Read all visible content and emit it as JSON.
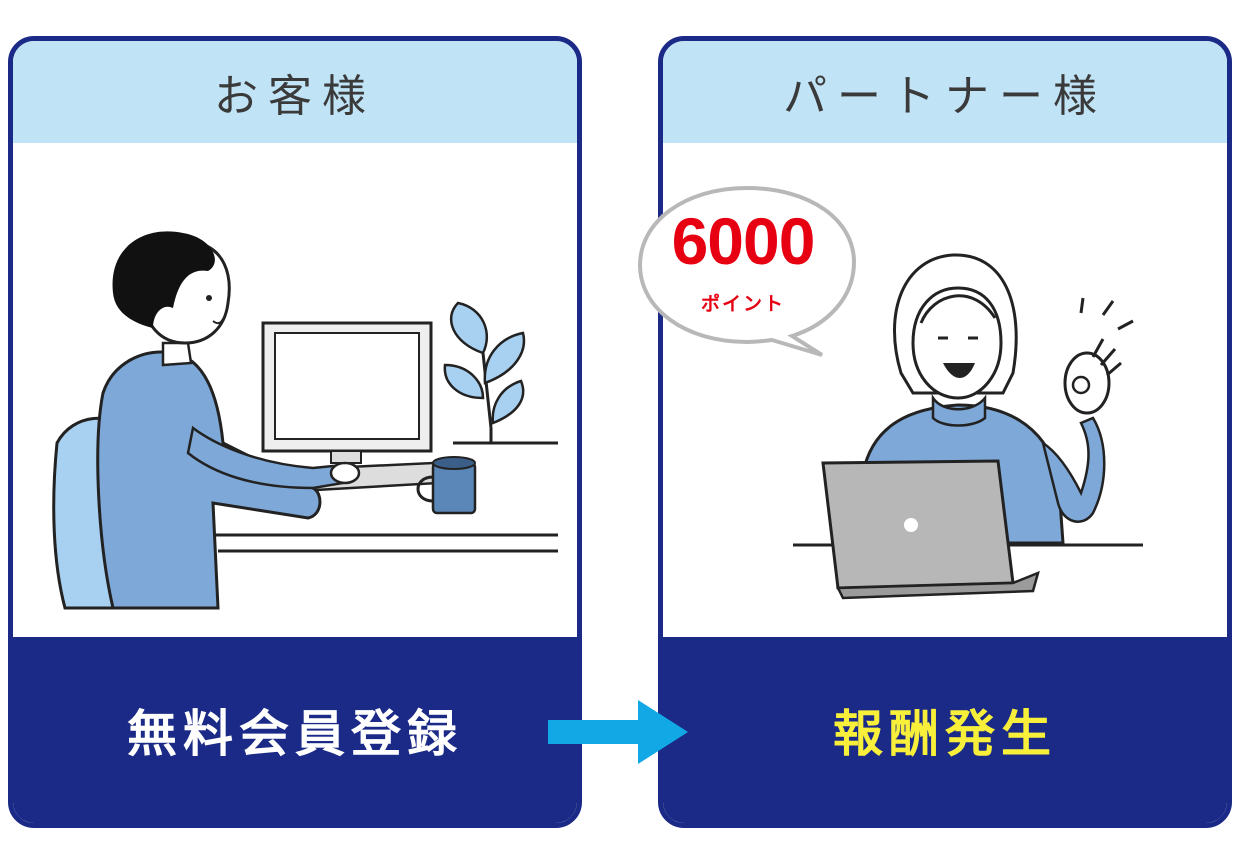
{
  "customer_card": {
    "title": "お客様",
    "action": "無料会員登録"
  },
  "partner_card": {
    "title": "パートナー様",
    "reward": "報酬発生"
  },
  "speech_bubble": {
    "points": "6000",
    "unit": "ポイント"
  },
  "colors": {
    "navy": "#1b2a86",
    "header_blue": "#c0e3f6",
    "arrow_blue": "#12a8e6",
    "shirt_blue": "#7ea8d8",
    "points_red": "#e60012",
    "reward_yellow": "#f8ef3a"
  }
}
